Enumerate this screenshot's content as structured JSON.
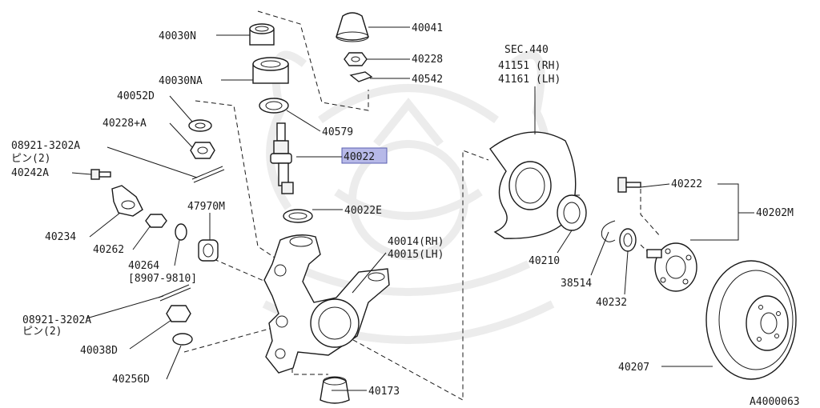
{
  "labels": {
    "p40030N": "40030N",
    "p40030NA": "40030NA",
    "p40052D": "40052D",
    "p40228A": "40228+A",
    "p08921a": "08921-3202A",
    "pin1": "ピン(2)",
    "p40242A": "40242A",
    "p40234": "40234",
    "p40262": "40262",
    "p40264": "40264",
    "p8907": "[8907-9810]",
    "p47970M": "47970M",
    "p08921b": "08921-3202A",
    "pin2": "ピン(2)",
    "p40038D": "40038D",
    "p40256D": "40256D",
    "p40041": "40041",
    "p40228": "40228",
    "p40542": "40542",
    "p40579": "40579",
    "p40022": "40022",
    "p40022E": "40022E",
    "p40014": "40014(RH)",
    "p40015": "40015(LH)",
    "p40173": "40173",
    "sec": "SEC.440",
    "p41151": "41151 (RH)",
    "p41161": "41161 (LH)",
    "p40210": "40210",
    "p38514": "38514",
    "p40232": "40232",
    "p40222": "40222",
    "p40202M": "40202M",
    "p40207": "40207",
    "diagramId": "A4000063"
  },
  "highlight_color": "#b7b9e8"
}
